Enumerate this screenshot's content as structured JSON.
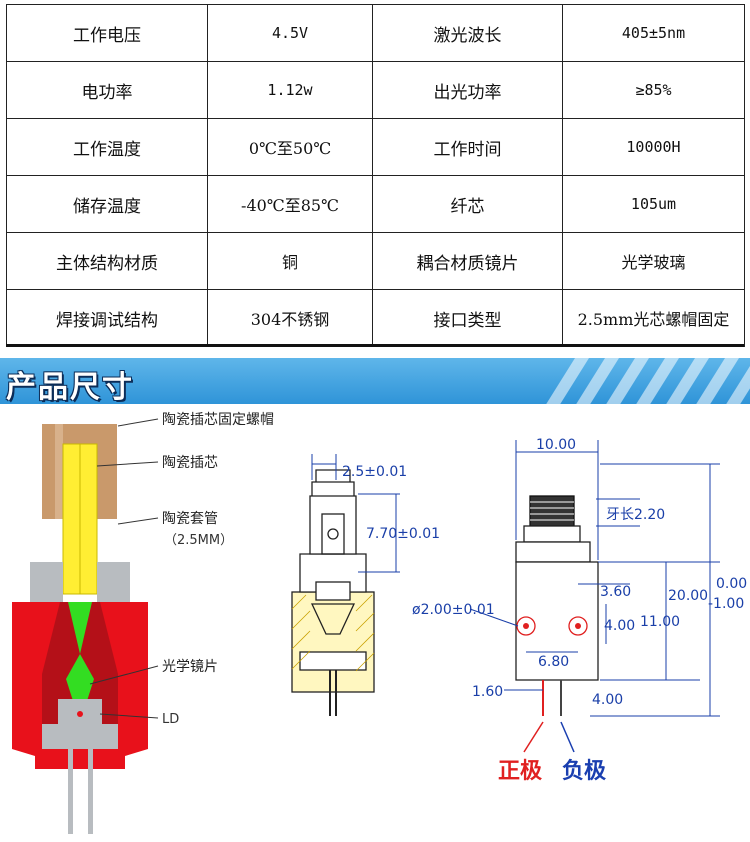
{
  "specs": {
    "rows": [
      [
        "工作电压",
        "4.5V",
        "激光波长",
        "405±5nm"
      ],
      [
        "电功率",
        "1.12w",
        "出光功率",
        "≥85%"
      ],
      [
        "工作温度",
        "0℃至50℃",
        "工作时间",
        "10000H"
      ],
      [
        "储存温度",
        "-40℃至85℃",
        "纤芯",
        "105um"
      ],
      [
        "主体结构材质",
        "铜",
        "耦合材质镜片",
        "光学玻璃"
      ],
      [
        "焊接调试结构",
        "304不锈钢",
        "接口类型",
        "2.5mm光芯螺帽固定"
      ]
    ]
  },
  "section": {
    "title": "产品尺寸"
  },
  "cross_section": {
    "labels": {
      "nut": "陶瓷插芯固定螺帽",
      "ferrule": "陶瓷插芯",
      "sleeve": "陶瓷套管",
      "sleeve_size": "（2.5MM）",
      "lens": "光学镜片",
      "ld": "LD"
    },
    "colors": {
      "nut": "#c9996b",
      "ferrule": "#ffee33",
      "sleeve": "#b8bcc0",
      "body": "#e8111b",
      "beam": "#33dd22"
    }
  },
  "side_drawing": {
    "dim_top": "2.5±0.01",
    "dim_side": "7.70±0.01"
  },
  "front_drawing": {
    "width": "10.00",
    "thread": "牙长2.20",
    "hole_dia": "ø2.00±0.01",
    "hole_offset": "3.60",
    "hole_height": "4.00",
    "hole_spacing": "6.80",
    "body_height": "11.00",
    "total_height": "20.00",
    "tol_upper": "0.00",
    "tol_lower": "-1.00",
    "pin_offset": "1.60",
    "pin_length": "4.00",
    "positive": "正极",
    "negative": "负极",
    "positive_color": "#e02020",
    "negative_color": "#1a3fb0"
  }
}
